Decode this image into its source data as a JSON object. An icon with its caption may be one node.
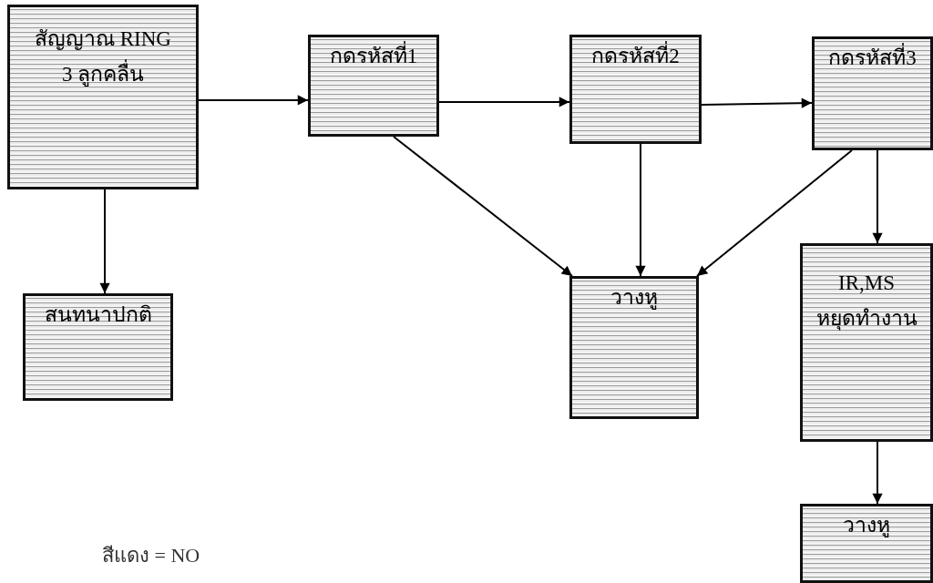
{
  "diagram": {
    "nodes": [
      {
        "text": [
          "สัญญาณ RING",
          "3 ลูกคลื่น"
        ]
      },
      {
        "text": [
          "กดรหัสที่1"
        ]
      },
      {
        "text": [
          "กดรหัสที่2"
        ]
      },
      {
        "text": [
          "กดรหัสที่3"
        ]
      },
      {
        "text": [
          "สนทนาปกติ"
        ]
      },
      {
        "text": [
          "วางหู"
        ]
      },
      {
        "text": [
          "IR,MS",
          "หยุดทำงาน"
        ]
      },
      {
        "text": [
          "วางหู"
        ]
      }
    ],
    "edges": [
      {
        "from": 0,
        "to": 1,
        "arrow": "to"
      },
      {
        "from": 1,
        "to": 2,
        "arrow": "to"
      },
      {
        "from": 2,
        "to": 3,
        "arrow": "to"
      },
      {
        "from": 0,
        "to": 4,
        "arrow": "to"
      },
      {
        "from": 1,
        "to": 5,
        "arrow": "to"
      },
      {
        "from": 2,
        "to": 5,
        "arrow": "to"
      },
      {
        "from": 3,
        "to": 5,
        "arrow": "to"
      },
      {
        "from": 3,
        "to": 6,
        "arrow": "to"
      },
      {
        "from": 6,
        "to": 7,
        "arrow": "to"
      }
    ],
    "labels": [
      "สีแดง = NO"
    ]
  }
}
